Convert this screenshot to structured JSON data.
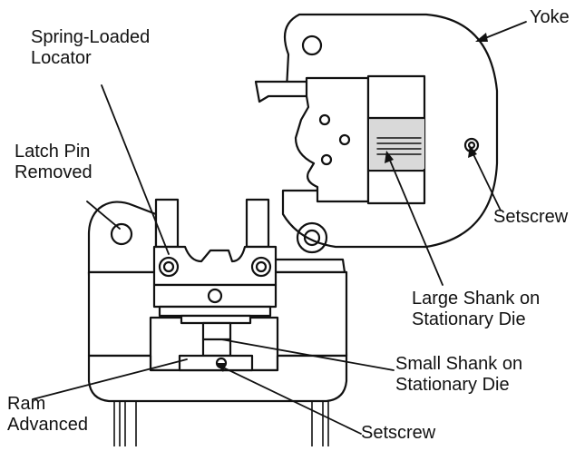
{
  "diagram": {
    "line_color": "#111111",
    "fill_color": "#ffffff",
    "shade_color": "#d9d9d9"
  },
  "callouts": {
    "yoke": [
      "Yoke"
    ],
    "spring_loaded_locator": [
      "Spring-Loaded",
      "Locator"
    ],
    "latch_pin_removed": [
      "Latch Pin",
      "Removed"
    ],
    "setscrew_right": [
      "Setscrew"
    ],
    "large_shank": [
      "Large Shank on",
      "Stationary Die"
    ],
    "small_shank": [
      "Small Shank on",
      "Stationary Die"
    ],
    "ram_advanced": [
      "Ram",
      "Advanced"
    ],
    "setscrew_bottom": [
      "Setscrew"
    ]
  }
}
